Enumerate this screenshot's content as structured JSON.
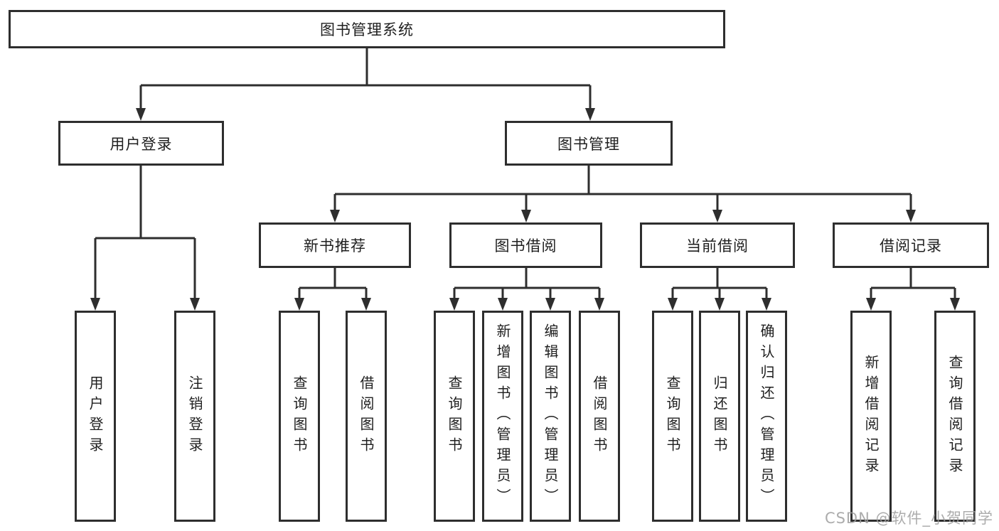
{
  "nodes": {
    "root": "图书管理系统",
    "user_login": "用户登录",
    "book_mgmt": "图书管理",
    "new_book_rec": "新书推荐",
    "book_borrow": "图书借阅",
    "current_borrow": "当前借阅",
    "borrow_records": "借阅记录",
    "ul_user_login": "用户登录",
    "ul_logout": "注销登录",
    "nbr_query_books": "查询图书",
    "nbr_borrow_books": "借阅图书",
    "bb_query_books": "查询图书",
    "bb_add_books": "新增图书（管理员）",
    "bb_edit_books": "编辑图书（管理员）",
    "bb_borrow_books": "借阅图书",
    "cb_query_books": "查询图书",
    "cb_return_books": "归还图书",
    "cb_confirm_return": "确认归还（管理员）",
    "br_add_record": "新增借阅记录",
    "br_query_record": "查询借阅记录"
  },
  "watermark": "CSDN @软件_小贺同学",
  "colors": {
    "line": "#2e2e2e",
    "text": "#1f1f1f",
    "watermark": "#9e9e9e",
    "background": "#ffffff"
  }
}
